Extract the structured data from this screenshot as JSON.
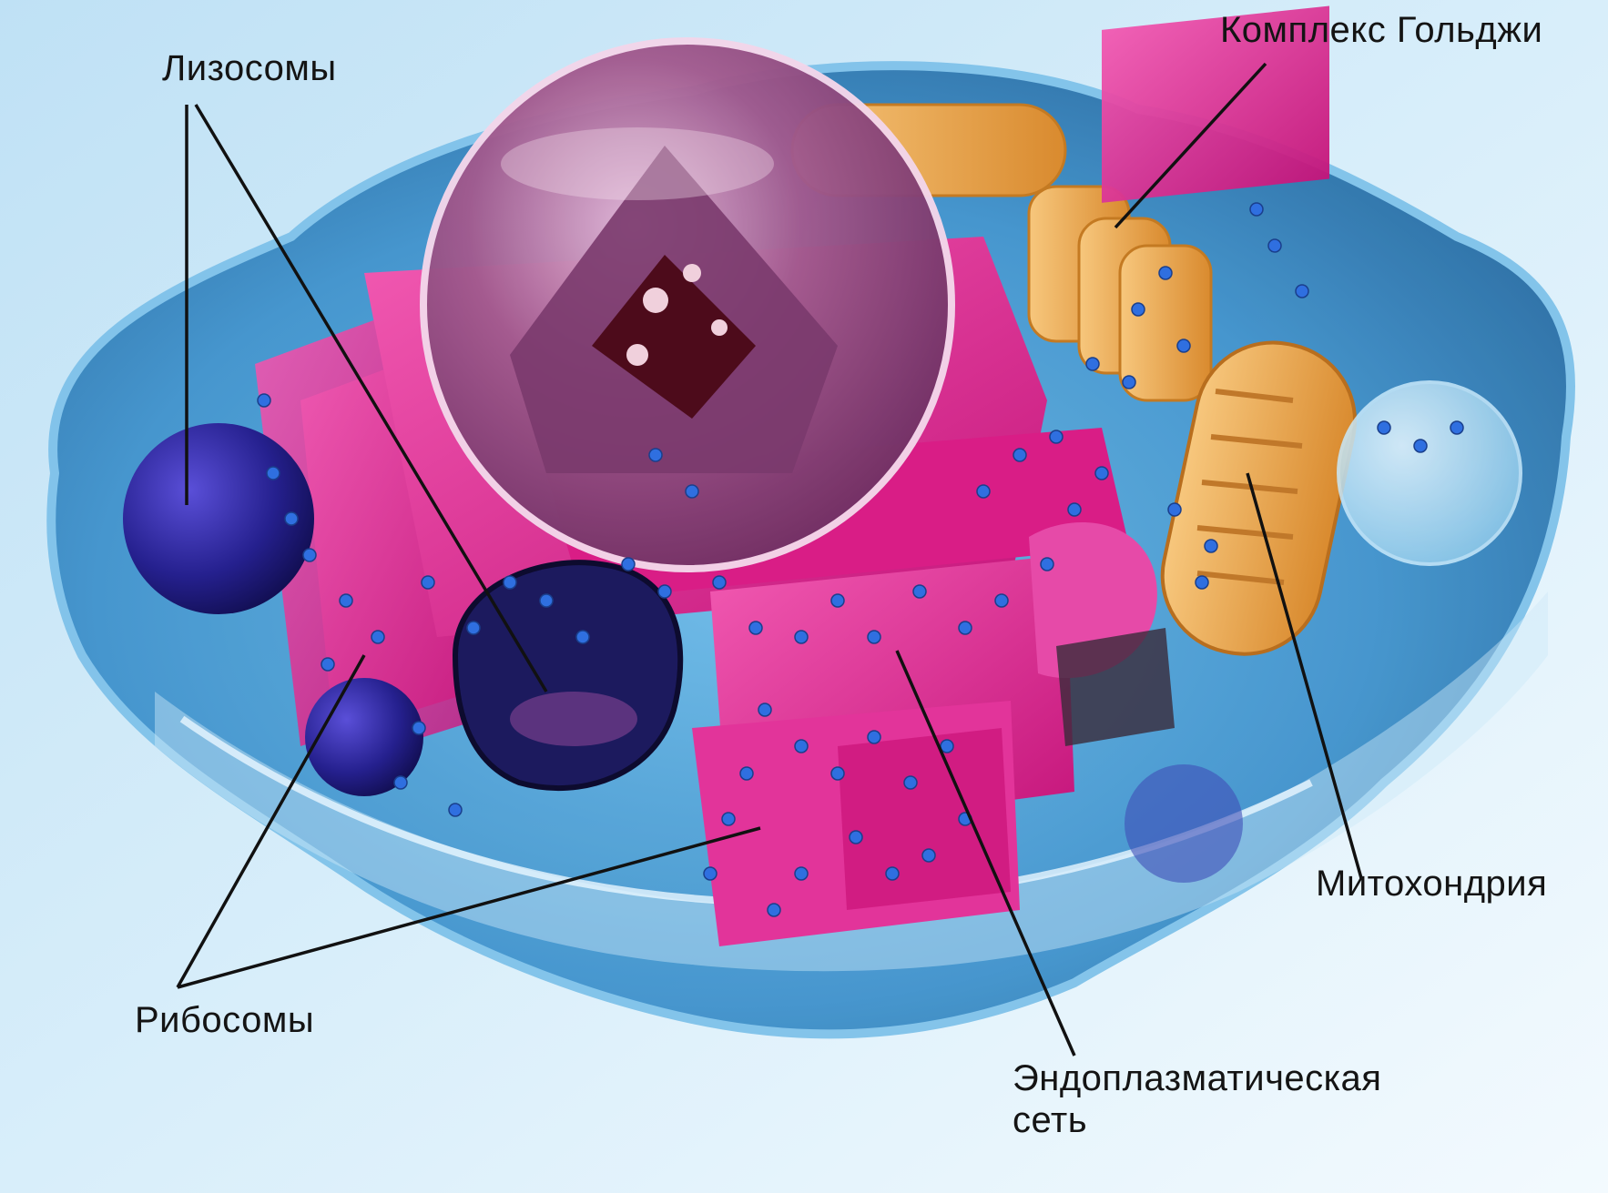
{
  "labels": {
    "lysosomes": "Лизосомы",
    "golgi": "Комплекс Гольджи",
    "ribosomes": "Рибосомы",
    "mitochondria": "Митохондрия",
    "er_line1": "Эндоплазматическая",
    "er_line2": "сеть"
  },
  "colors": {
    "background": "#cfe8f6",
    "cytoplasm": "#4fa3d8",
    "membrane": "#9fd4f1",
    "er": "#e0238f",
    "nucleus": "#9a4d86",
    "nucleolus": "#5a0b1e",
    "golgi": "#f2b15a",
    "mitochondria": "#f0a84e",
    "lysosome": "#1c1b7a",
    "ribosome": "#2f6fe0",
    "leader_line": "#111111"
  }
}
